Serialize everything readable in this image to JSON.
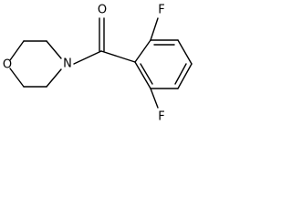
{
  "atoms": {
    "carbonyl_oxygen": "O",
    "ring_oxygen": "O",
    "nitrogen": "N",
    "fluorine_top": "F",
    "fluorine_bottom": "F"
  },
  "colors": {
    "bond": "#000000",
    "label": "#000000",
    "background": "#ffffff"
  }
}
